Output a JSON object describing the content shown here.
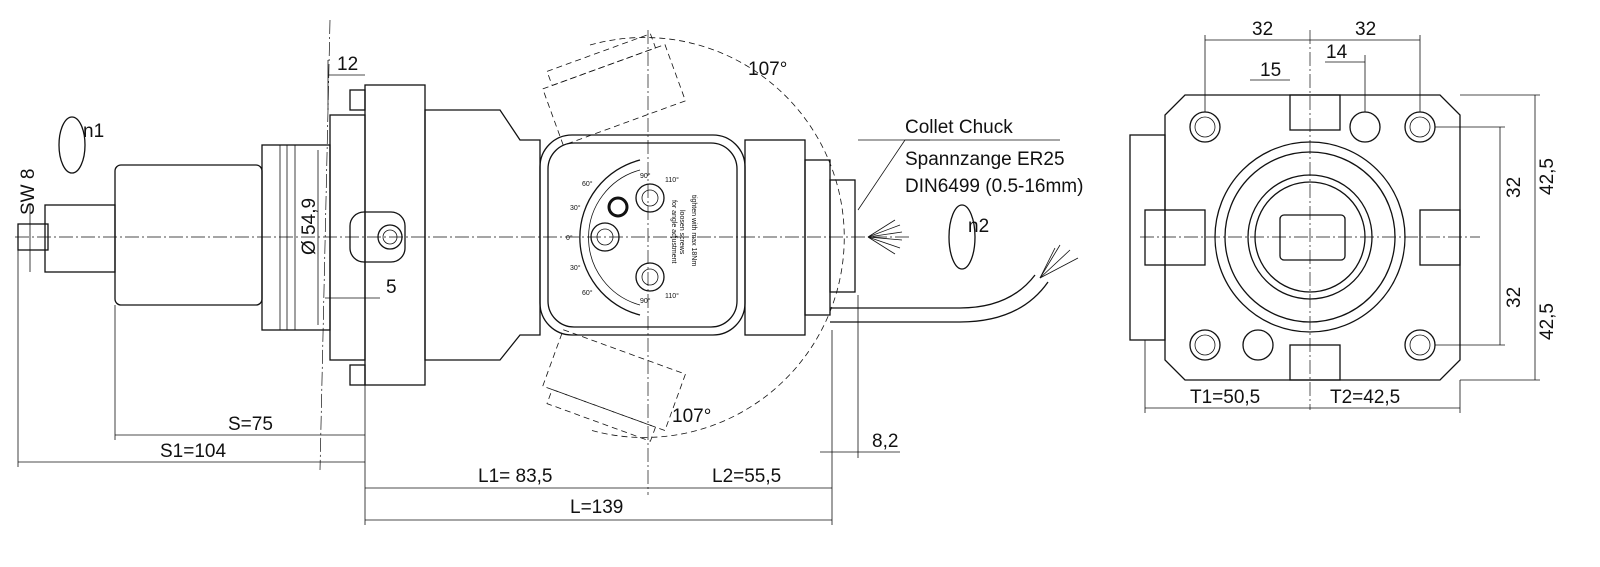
{
  "labels": {
    "sw8": "SW 8",
    "n1": "n1",
    "n2": "n2",
    "d12": "12",
    "dia": "Ø 54,9",
    "d5": "5",
    "s": "S=75",
    "s1": "S1=104",
    "l1": "L1= 83,5",
    "l2": "L2=55,5",
    "l": "L=139",
    "d82": "8,2",
    "angle_top": "107°",
    "angle_bottom": "107°",
    "collet_title": "Collet Chuck",
    "collet_line1": "Spannzange ER25",
    "collet_line2": "DIN6499 (0.5-16mm)",
    "dial_text1": "for angle adjustment",
    "dial_text2": "loosen screws",
    "dial_text3": "tighten with max 18Nm",
    "dial_ticks": [
      "90°",
      "110°",
      "60°",
      "30°",
      "0°",
      "30°",
      "60°",
      "90°",
      "110°"
    ],
    "r32a": "32",
    "r32b": "32",
    "r15": "15",
    "r14": "14",
    "r425a": "42,5",
    "r32c": "32",
    "r32d": "32",
    "r425b": "42,5",
    "t1": "T1=50,5",
    "t2": "T2=42,5"
  }
}
